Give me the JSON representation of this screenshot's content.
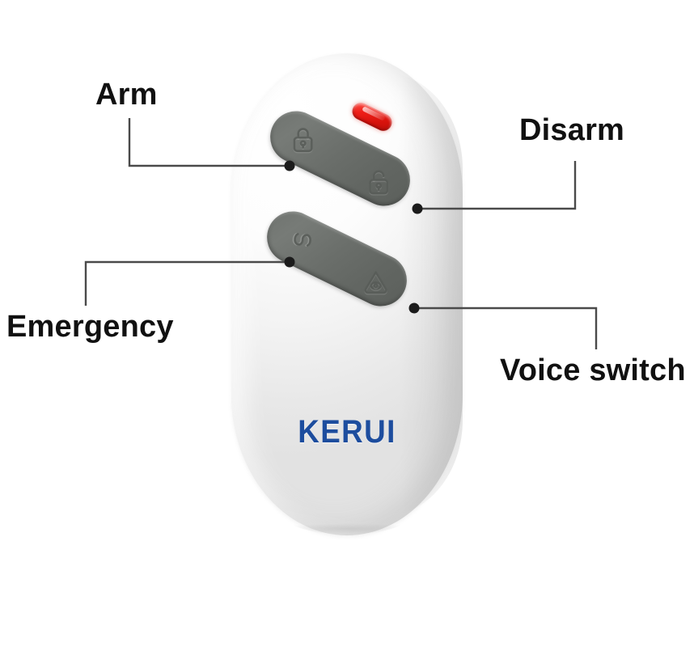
{
  "page": {
    "title": "KERUI remote control key fob — labelled diagram",
    "background_color": "#ffffff"
  },
  "device": {
    "brand": "KERUI",
    "brand_color": "#1d4d9e",
    "body_color": "#f2f2f2",
    "button_color": "#6a6e6a",
    "led_color": "#e0201a",
    "led_name": "status-led"
  },
  "callouts": [
    {
      "id": "arm",
      "label": "Arm",
      "icon": "lock-closed-icon",
      "target_button": "button-arm",
      "position": "top-left"
    },
    {
      "id": "disarm",
      "label": "Disarm",
      "icon": "lock-open-icon",
      "target_button": "button-disarm",
      "position": "top-right"
    },
    {
      "id": "emergency",
      "label": "Emergency",
      "icon": "sos-icon",
      "target_button": "button-emergency",
      "position": "bottom-left"
    },
    {
      "id": "voice_switch",
      "label": "Voice switch",
      "icon": "bell-icon",
      "target_button": "button-voice-switch",
      "position": "bottom-right"
    }
  ],
  "leader_line": {
    "color": "#4a4a4a",
    "dot_color": "#1b1b1b"
  }
}
